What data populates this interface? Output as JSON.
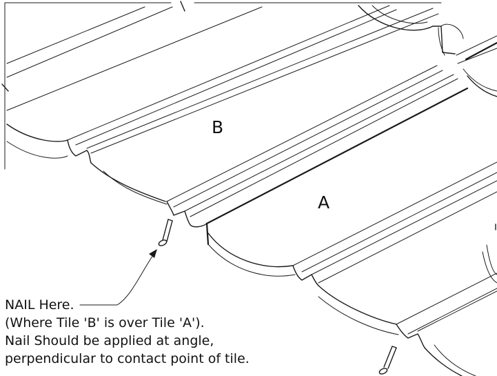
{
  "diagram": {
    "tile_labels": {
      "upper": "B",
      "lower": "A"
    },
    "instructions": {
      "line1": "NAIL Here.",
      "line2": "(Where Tile 'B' is over Tile 'A').",
      "line3": "Nail Should be applied at angle,",
      "line4": "perpendicular to contact point of tile."
    }
  }
}
